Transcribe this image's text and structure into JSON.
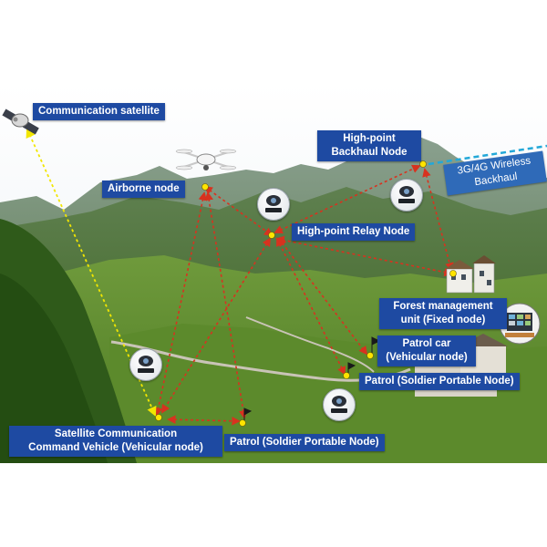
{
  "labels": {
    "satellite": "Communication satellite",
    "airborne": "Airborne node",
    "backhaul_high": "High-point\nBackhaul Node",
    "wireless_backhaul": "3G/4G Wireless\nBackhaul",
    "relay": "High-point Relay Node",
    "forest": "Forest management\nunit (Fixed node)",
    "patrol_car": "Patrol car\n(Vehicular node)",
    "patrol_right": "Patrol (Soldier Portable Node)",
    "command_vehicle": "Satellite Communication\nCommand Vehicle (Vehicular node)",
    "patrol_bottom": "Patrol (Soldier Portable Node)"
  },
  "icons": {
    "satellite": "satellite-icon",
    "drone": "drone-icon",
    "camera": "camera-device-icon",
    "building": "building-icon",
    "flag": "flag-icon"
  },
  "colors": {
    "label_bg": "#1e4aa2",
    "label_bg_light": "#2f6ab8",
    "link_red": "#d8321f",
    "link_satellite": "#f2e600",
    "node_dot": "#ffe400",
    "backhaul_dash": "#23a8d8"
  }
}
